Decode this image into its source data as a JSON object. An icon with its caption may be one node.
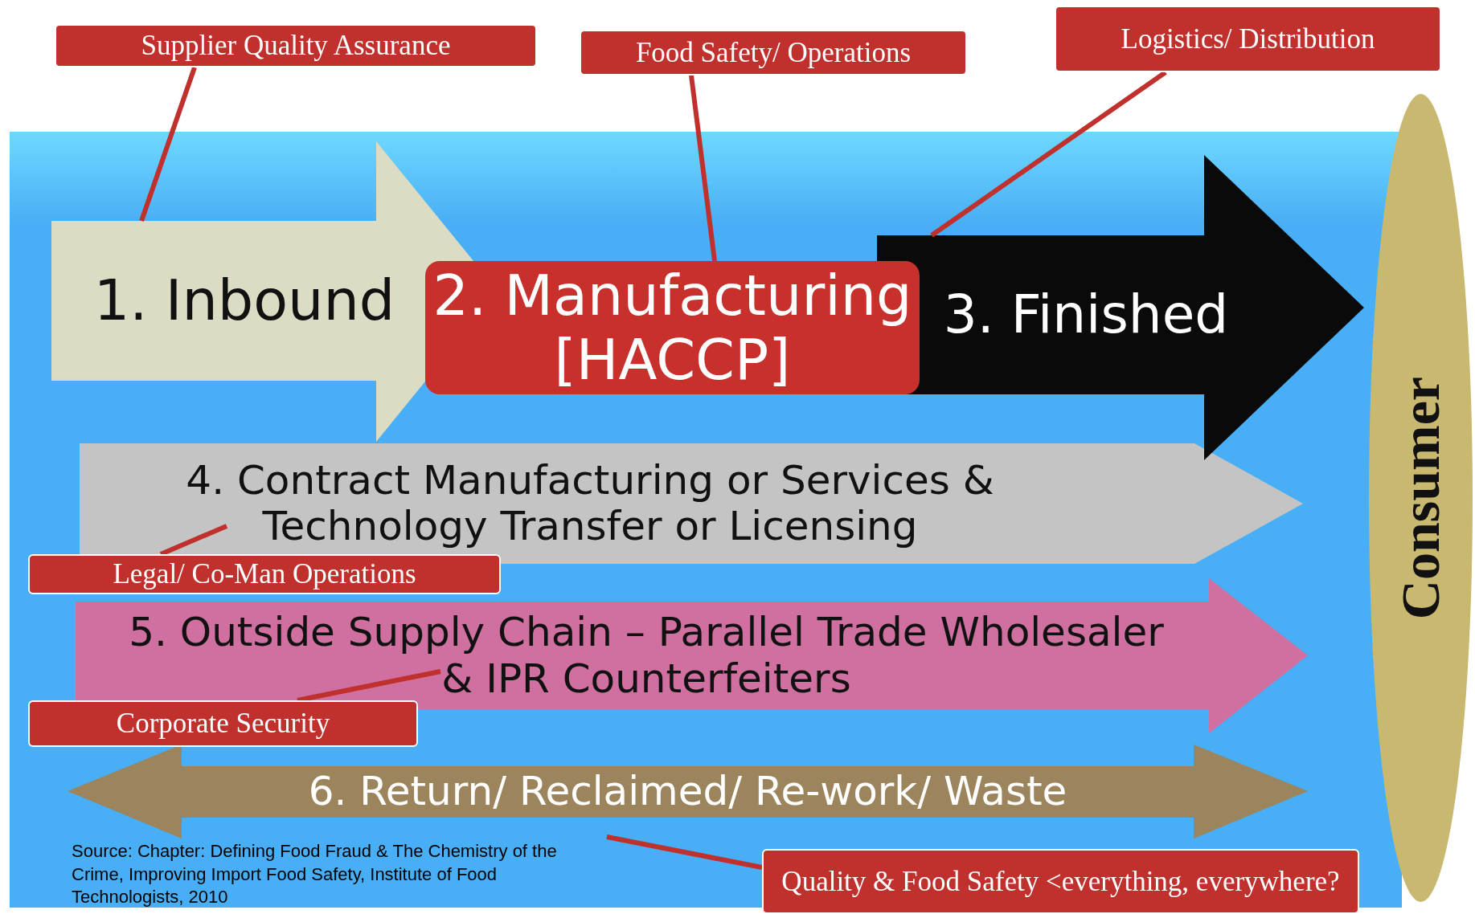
{
  "diagram": {
    "nodes": [
      {
        "text": [
          "Supplier Quality Assurance"
        ]
      },
      {
        "text": [
          "Food Safety/ Operations"
        ]
      },
      {
        "text": [
          "Logistics/ Distribution"
        ]
      },
      {
        "text": [
          "1. Inbound"
        ]
      },
      {
        "text": [
          "2. Manufacturing [HACCP]"
        ]
      },
      {
        "text": [
          "3. Finished"
        ]
      },
      {
        "text": [
          "4. Contract Manufacturing or Services & Technology Transfer or Licensing"
        ]
      },
      {
        "text": [
          "Legal/ Co-Man Operations"
        ]
      },
      {
        "text": [
          "5. Outside Supply Chain – Parallel Trade Wholesaler & IPR Counterfeiters"
        ]
      },
      {
        "text": [
          "Corporate Security"
        ]
      },
      {
        "text": [
          "6. Return/ Reclaimed/ Re-work/ Waste"
        ]
      },
      {
        "text": [
          "Consumer"
        ]
      },
      {
        "text": [
          "Quality & Food Safety <everything, everywhere?"
        ]
      }
    ],
    "edges": [
      {
        "from": 0,
        "to": 3,
        "arrow": "none"
      },
      {
        "from": 1,
        "to": 4,
        "arrow": "none"
      },
      {
        "from": 2,
        "to": 5,
        "arrow": "none"
      },
      {
        "from": 7,
        "to": 6,
        "arrow": "none"
      },
      {
        "from": 9,
        "to": 8,
        "arrow": "none"
      },
      {
        "from": 12,
        "to": null,
        "arrow": "none"
      }
    ],
    "labels": [
      "Source: Chapter: Defining Food Fraud & The Chemistry of the Crime, Improving Import Food Safety, Institute of Food Technologists, 2010"
    ]
  }
}
